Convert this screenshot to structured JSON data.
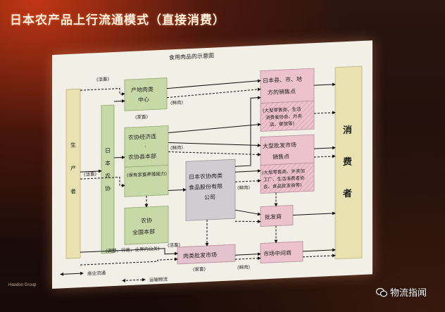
{
  "slide": {
    "title": "日本农产品上行流通模式（直接消费）",
    "footer": "Haodon Group",
    "watermark": "物流指闻"
  },
  "diagram": {
    "caption": "食用肉品的示意图",
    "boxes": {
      "producer": "生产者",
      "coop": "日本农协",
      "meat_center_1": "产地肉类",
      "meat_center_2": "中心",
      "coop_group_1": "农协经济连",
      "coop_group_2": "·",
      "coop_group_3": "农协县本部",
      "coop_group_note": "(保有家畜养殖能力)",
      "hq_1": "农协",
      "hq_2": "全国本部",
      "meat_co_1": "日本农协肉类",
      "meat_co_2": "食品股份有限",
      "meat_co_3": "公司",
      "local_sales_1": "日本县、市、地",
      "local_sales_2": "方的销售点",
      "local_sales_note_1": "(大型零售商、生活",
      "local_sales_note_2": "消费者协会、外卖",
      "local_sales_note_3": "店、餐馆等)",
      "wholesale_market_1": "大型批发市场",
      "wholesale_market_2": "销售点",
      "wholesale_note_1": "(大型零售商、外卖加",
      "wholesale_note_2": "工厂、生活消费者协",
      "wholesale_note_3": "会、食品批发商等)",
      "wholesaler": "批发商",
      "meat_market": "肉类批发市场",
      "middleman": "市场中间商",
      "consumer": "消费者"
    },
    "labels": {
      "live_1": "(活畜)",
      "livestock_1": "(家畜)",
      "carcass_1": "(鲜肉)",
      "carcass_2": "(鲜肉)",
      "live_2": "(活畜)",
      "carcass_3": "(鲜肉)",
      "coordination": "(调整，行政，业界内公关)",
      "live_3": "(活畜)",
      "livestock_2": "(家畜)",
      "carcass_4": "(鲜肉)"
    },
    "legend": {
      "commercial": "商业流通",
      "transport": "运输物流"
    }
  },
  "colors": {
    "green_box": "#c8d9a8",
    "pink_box": "#ecc2cf",
    "yellow_box": "#e9e2b0",
    "gray_box": "#d0ccd0",
    "slide_bg": "#1a0d0a",
    "accent": "#e04a1c"
  }
}
